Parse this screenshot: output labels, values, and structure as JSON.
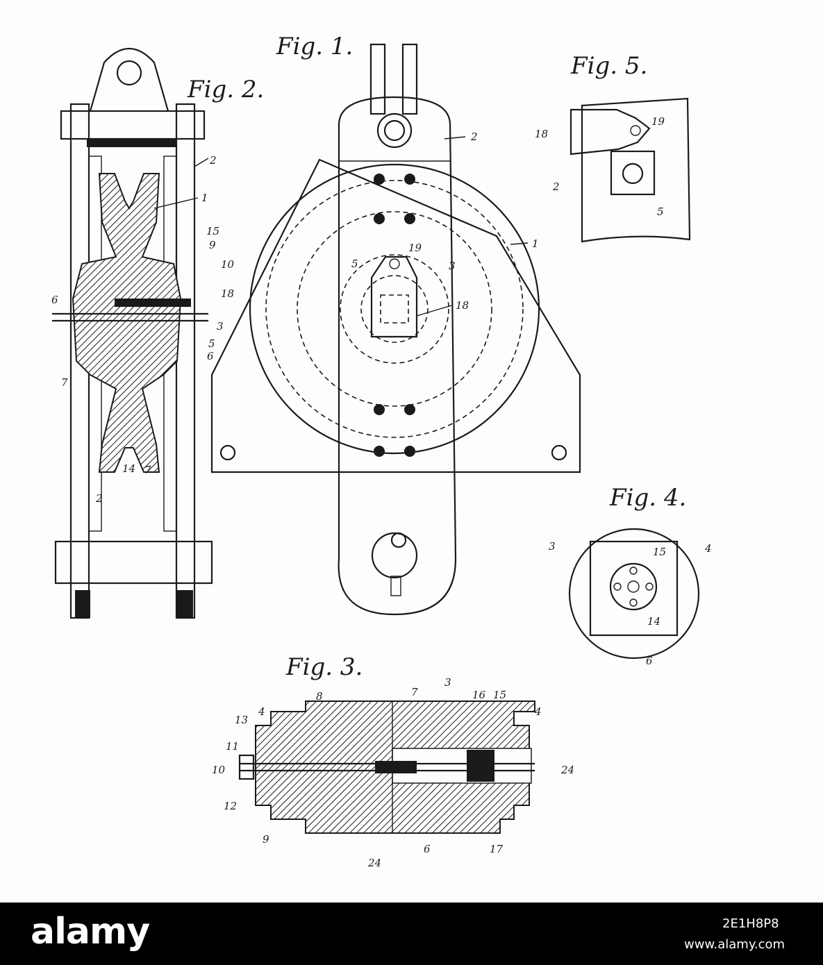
{
  "figures": {
    "fig1": "Fig. 1.",
    "fig2": "Fig. 2.",
    "fig3": "Fig. 3.",
    "fig4": "Fig. 4.",
    "fig5": "Fig. 5."
  },
  "reference_numerals": {
    "fig1": [
      "2",
      "1",
      "5",
      "19",
      "3",
      "18"
    ],
    "fig2": [
      "2",
      "1",
      "15",
      "9",
      "10",
      "6",
      "18",
      "3",
      "5",
      "6",
      "7",
      "14",
      "7",
      "2"
    ],
    "fig3": [
      "13",
      "4",
      "8",
      "7",
      "3",
      "16",
      "15",
      "4",
      "11",
      "10",
      "12",
      "24",
      "9",
      "24",
      "6",
      "17"
    ],
    "fig4": [
      "3",
      "15",
      "4",
      "14",
      "6"
    ],
    "fig5": [
      "18",
      "19",
      "2",
      "5"
    ]
  },
  "footer": {
    "watermark_logo": "alamy",
    "image_id": "2E1H8P8",
    "site": "www.alamy.com"
  }
}
